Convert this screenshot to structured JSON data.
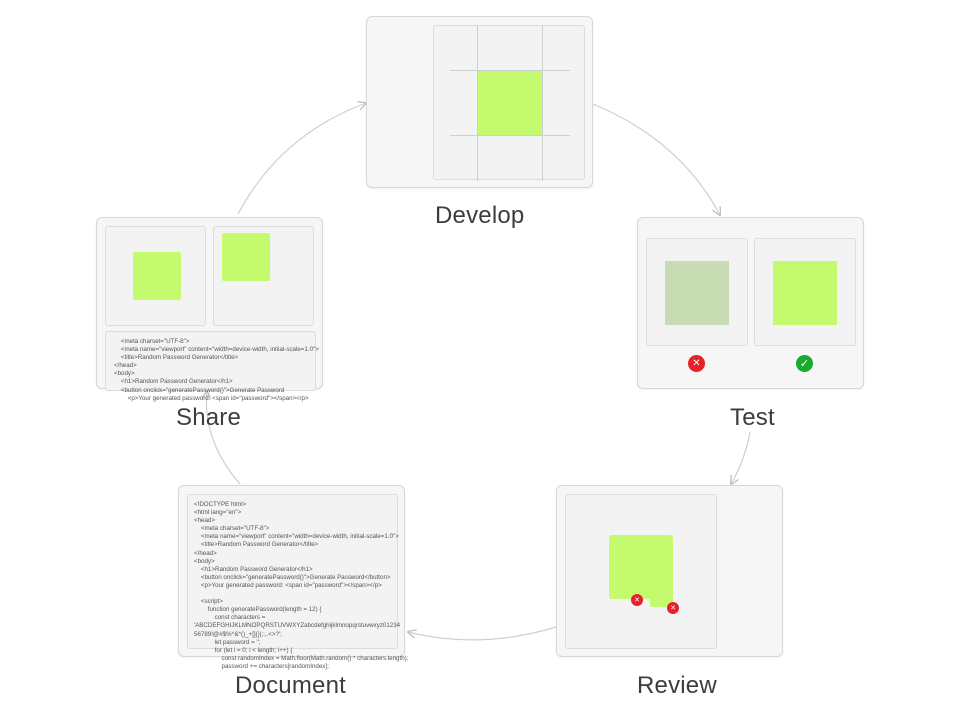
{
  "stages": {
    "develop": "Develop",
    "test": "Test",
    "review": "Review",
    "document": "Document",
    "share": "Share"
  },
  "document_code": "<!DOCTYPE html>\n<html lang=\"en\">\n<head>\n    <meta charset=\"UTF-8\">\n    <meta name=\"viewport\" content=\"width=device-width, initial-scale=1.0\">\n    <title>Random Password Generator</title>\n</head>\n<body>\n    <h1>Random Password Generator</h1>\n    <button onclick=\"generatePassword()\">Generate Password</button>\n    <p>Your generated password: <span id=\"password\"></span></p>\n\n    <script>\n        function generatePassword(length = 12) {\n            const characters =\n'ABCDEFGHIJKLMNOPQRSTUVWXYZabcdefghijklmnopqrstuvwxyz01234\n56789!@#$%^&*()_+[]{}|;:,.<>?';\n            let password = '';\n            for (let i = 0; i < length; i++) {\n                const randomIndex = Math.floor(Math.random() * characters.length);\n                password += characters[randomIndex];",
  "share_code": "    <meta charset=\"UTF-8\">\n    <meta name=\"viewport\" content=\"width=device-width, initial-scale=1.0\">\n    <title>Random Password Generator</title>\n</head>\n<body>\n    <h1>Random Password Generator</h1>\n    <button onclick=\"generatePassword()\">Generate Password\n        <p>Your generated password: <span id=\"password\"></span></p>",
  "icons": {
    "fail": "cross-icon",
    "pass": "check-icon"
  },
  "colors": {
    "accent_green": "#c3fa6e",
    "faded_green": "#c7dcb3",
    "fail_red": "#e8202a",
    "pass_green": "#1aab2e"
  }
}
